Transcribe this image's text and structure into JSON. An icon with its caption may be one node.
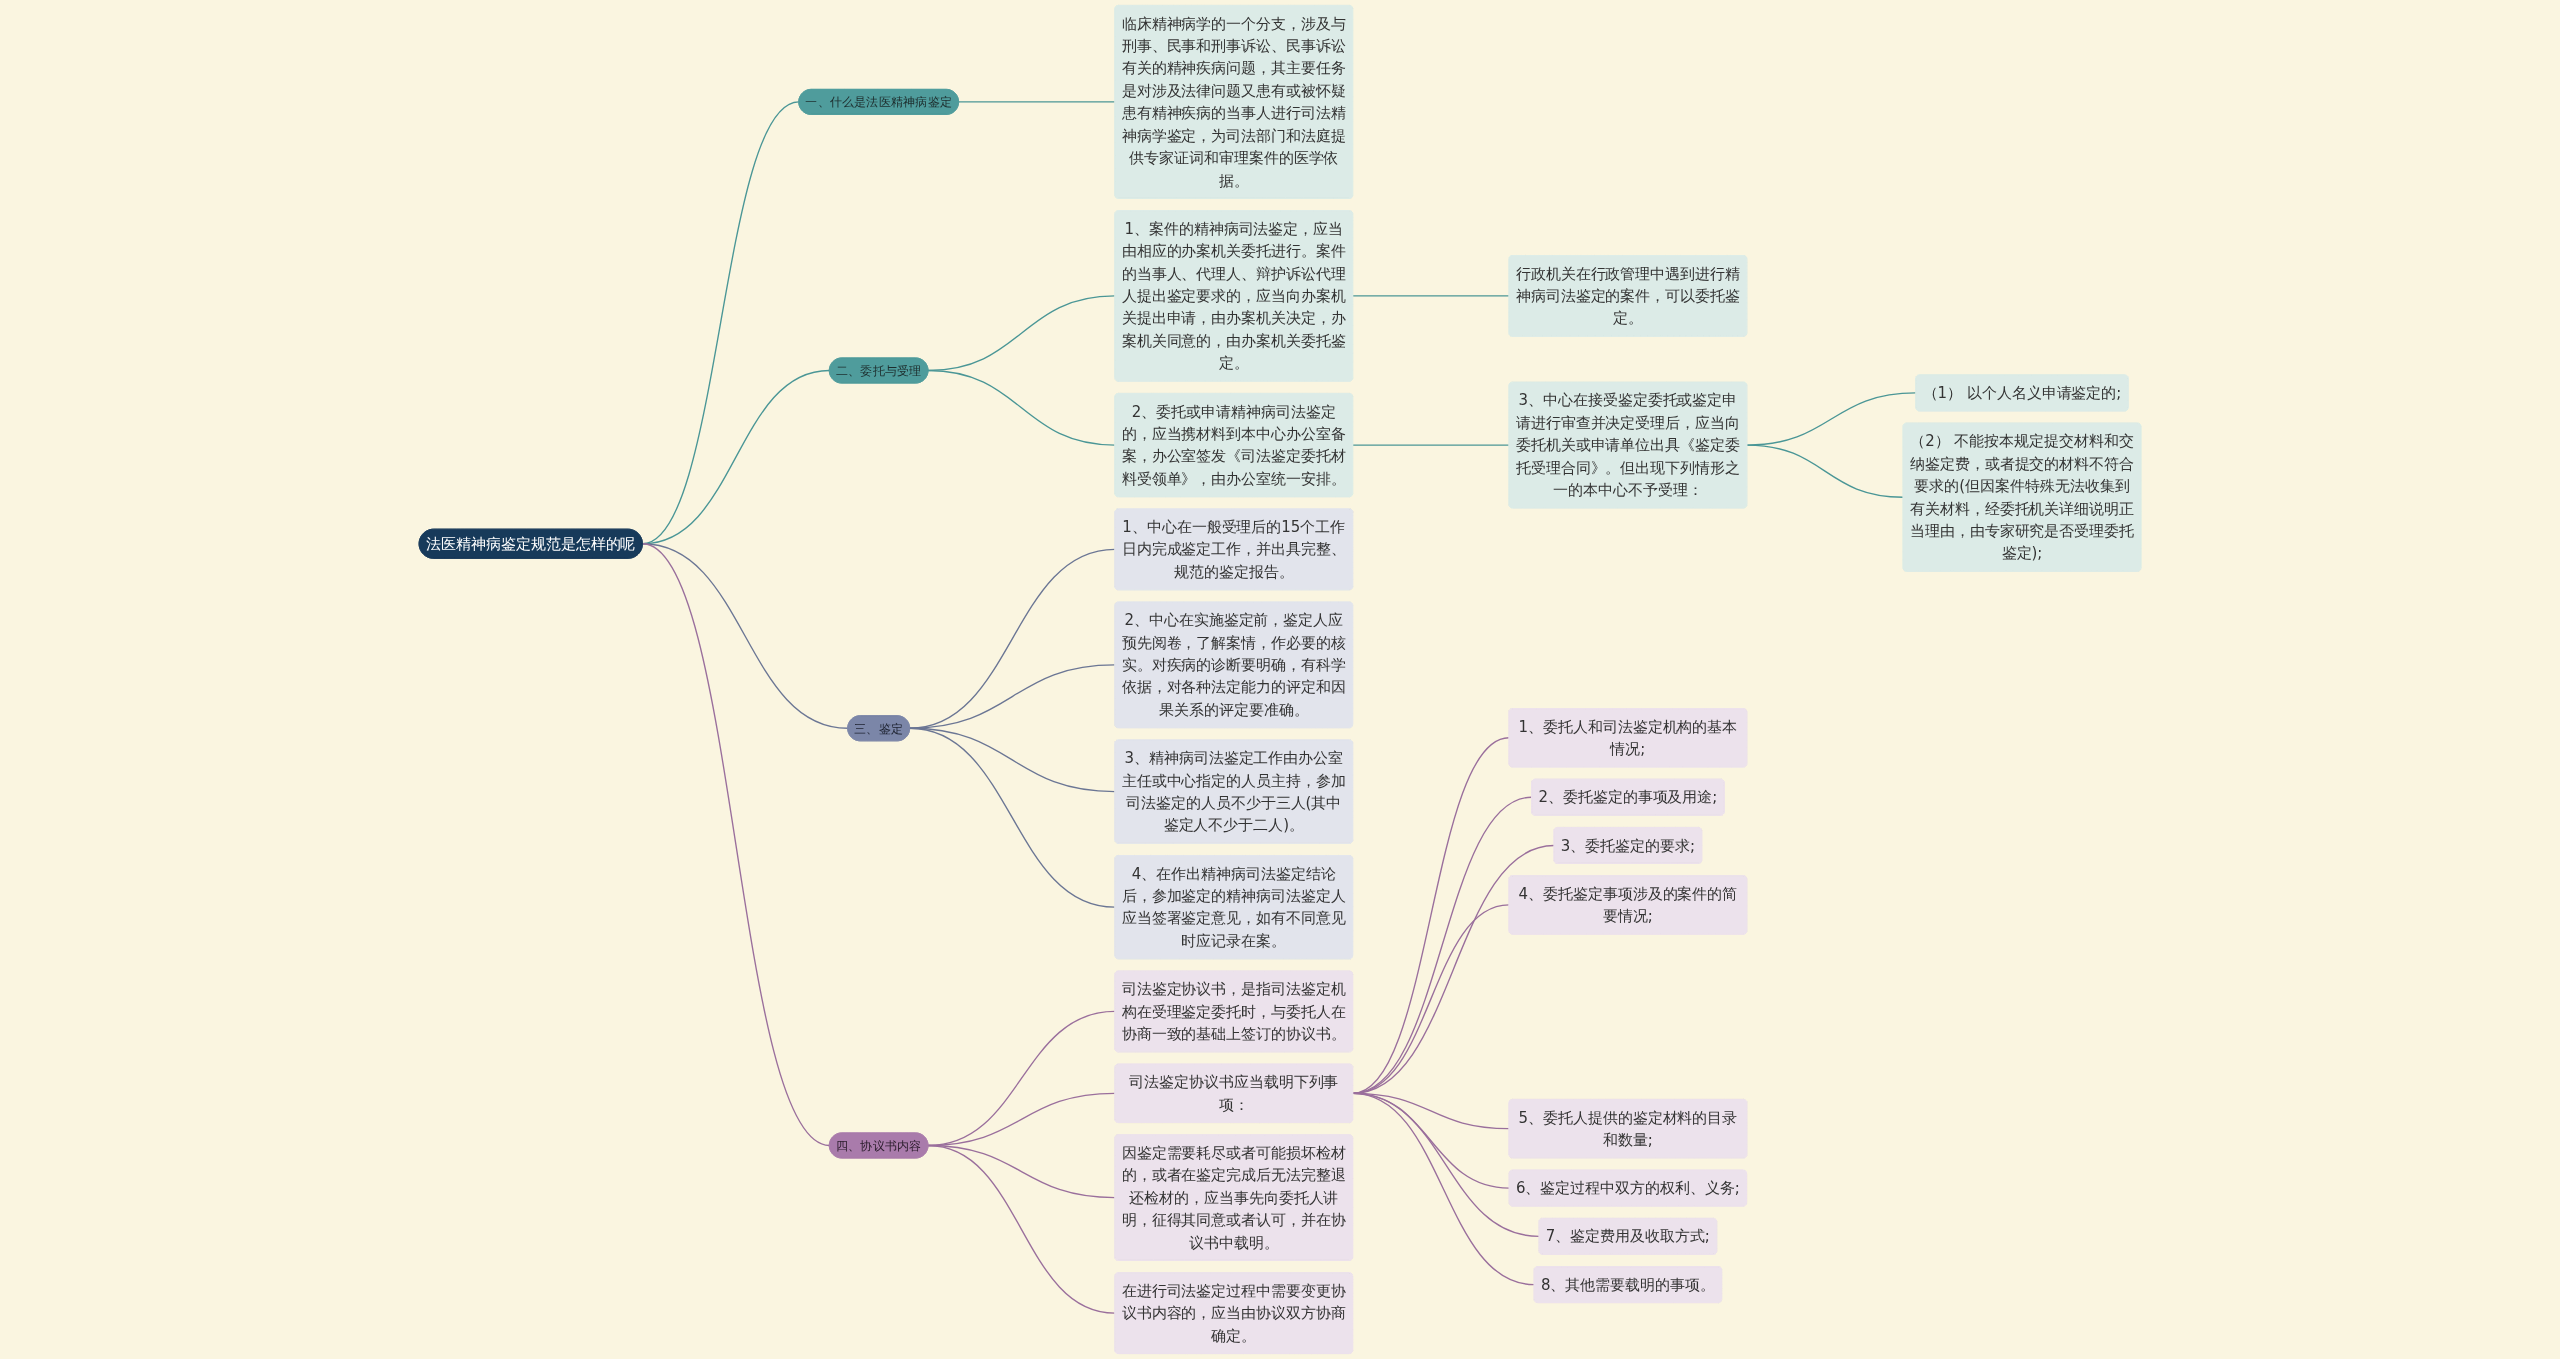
{
  "diagram": {
    "nodes": [
      {
        "text": [
          "法医精神病鉴定规范是怎样的呢"
        ]
      },
      {
        "text": [
          "一、什么是法医精神病鉴定"
        ]
      },
      {
        "text": [
          "临床精神病学的一个分支，涉及与刑事、民事和刑事诉讼、民事诉讼有关的精神疾病问题，其主要任务是对涉及法律问题又患有或被怀疑患有精神疾病的当事人进行司法精神病学鉴定，为司法部门和法庭提供专家证词和审理案件的医学依据。"
        ]
      },
      {
        "text": [
          "二、委托与受理"
        ]
      },
      {
        "text": [
          "1、案件的精神病司法鉴定，应当由相应的办案机关委托进行。案件的当事人、代理人、辩护诉讼代理人提出鉴定要求的，应当向办案机关提出申请，由办案机关决定，办案机关同意的，由办案机关委托鉴定。"
        ]
      },
      {
        "text": [
          "行政机关在行政管理中遇到进行精神病司法鉴定的案件，可以委托鉴定。"
        ]
      },
      {
        "text": [
          "2、委托或申请精神病司法鉴定的，应当携材料到本中心办公室备案，办公室签发《司法鉴定委托材料受领单》，由办公室统一安排。"
        ]
      },
      {
        "text": [
          "3、中心在接受鉴定委托或鉴定申请进行审查并决定受理后，应当向委托机关或申请单位出具《鉴定委托受理合同》。但出现下列情形之一的本中心不予受理："
        ]
      },
      {
        "text": [
          "（1） 以个人名义申请鉴定的;"
        ]
      },
      {
        "text": [
          "（2） 不能按本规定提交材料和交纳鉴定费，或者提交的材料不符合要求的(但因案件特殊无法收集到有关材料，经委托机关详细说明正当理由，由专家研究是否受理委托鉴定);"
        ]
      },
      {
        "text": [
          "三、鉴定"
        ]
      },
      {
        "text": [
          "1、中心在一般受理后的15个工作日内完成鉴定工作，并出具完整、规范的鉴定报告。"
        ]
      },
      {
        "text": [
          "2、中心在实施鉴定前，鉴定人应预先阅卷，了解案情，作必要的核实。对疾病的诊断要明确，有科学依据，对各种法定能力的评定和因果关系的评定要准确。"
        ]
      },
      {
        "text": [
          "3、精神病司法鉴定工作由办公室主任或中心指定的人员主持，参加司法鉴定的人员不少于三人(其中鉴定人不少于二人)。"
        ]
      },
      {
        "text": [
          "4、在作出精神病司法鉴定结论后，参加鉴定的精神病司法鉴定人应当签署鉴定意见，如有不同意见时应记录在案。"
        ]
      },
      {
        "text": [
          "四、协议书内容"
        ]
      },
      {
        "text": [
          "司法鉴定协议书，是指司法鉴定机构在受理鉴定委托时，与委托人在协商一致的基础上签订的协议书。"
        ]
      },
      {
        "text": [
          "司法鉴定协议书应当载明下列事项："
        ]
      },
      {
        "text": [
          "1、委托人和司法鉴定机构的基本情况;"
        ]
      },
      {
        "text": [
          "2、委托鉴定的事项及用途;"
        ]
      },
      {
        "text": [
          "3、委托鉴定的要求;"
        ]
      },
      {
        "text": [
          "4、委托鉴定事项涉及的案件的简要情况;"
        ]
      },
      {
        "text": [
          "5、委托人提供的鉴定材料的目录和数量;"
        ]
      },
      {
        "text": [
          "6、鉴定过程中双方的权利、义务;"
        ]
      },
      {
        "text": [
          "7、鉴定费用及收取方式;"
        ]
      },
      {
        "text": [
          "8、其他需要载明的事项。"
        ]
      },
      {
        "text": [
          "因鉴定需要耗尽或者可能损坏检材的，或者在鉴定完成后无法完整退还检材的，应当事先向委托人讲明，征得其同意或者认可，并在协议书中载明。"
        ]
      },
      {
        "text": [
          "在进行司法鉴定过程中需要变更协议书内容的，应当由协议双方协商确定。"
        ]
      }
    ],
    "edges": [
      {
        "from": 0,
        "to": 1,
        "arrow": "none",
        "color": "#4a9696"
      },
      {
        "from": 1,
        "to": 2,
        "arrow": "none",
        "color": "#4a9696"
      },
      {
        "from": 0,
        "to": 3,
        "arrow": "none",
        "color": "#4a9696"
      },
      {
        "from": 3,
        "to": 4,
        "arrow": "none",
        "color": "#4a9696"
      },
      {
        "from": 4,
        "to": 5,
        "arrow": "none",
        "color": "#4a9696"
      },
      {
        "from": 3,
        "to": 6,
        "arrow": "none",
        "color": "#4a9696"
      },
      {
        "from": 6,
        "to": 7,
        "arrow": "none",
        "color": "#4a9696"
      },
      {
        "from": 7,
        "to": 8,
        "arrow": "none",
        "color": "#4a9696"
      },
      {
        "from": 7,
        "to": 9,
        "arrow": "none",
        "color": "#4a9696"
      },
      {
        "from": 0,
        "to": 10,
        "arrow": "none",
        "color": "#6b7694"
      },
      {
        "from": 10,
        "to": 11,
        "arrow": "none",
        "color": "#6b7694"
      },
      {
        "from": 10,
        "to": 12,
        "arrow": "none",
        "color": "#6b7694"
      },
      {
        "from": 10,
        "to": 13,
        "arrow": "none",
        "color": "#6b7694"
      },
      {
        "from": 10,
        "to": 14,
        "arrow": "none",
        "color": "#6b7694"
      },
      {
        "from": 0,
        "to": 15,
        "arrow": "none",
        "color": "#9a6f9c"
      },
      {
        "from": 15,
        "to": 16,
        "arrow": "none",
        "color": "#9a6f9c"
      },
      {
        "from": 15,
        "to": 17,
        "arrow": "none",
        "color": "#9a6f9c"
      },
      {
        "from": 17,
        "to": 18,
        "arrow": "none",
        "color": "#9a6f9c"
      },
      {
        "from": 17,
        "to": 19,
        "arrow": "none",
        "color": "#9a6f9c"
      },
      {
        "from": 17,
        "to": 20,
        "arrow": "none",
        "color": "#9a6f9c"
      },
      {
        "from": 17,
        "to": 21,
        "arrow": "none",
        "color": "#9a6f9c"
      },
      {
        "from": 17,
        "to": 22,
        "arrow": "none",
        "color": "#9a6f9c"
      },
      {
        "from": 17,
        "to": 23,
        "arrow": "none",
        "color": "#9a6f9c"
      },
      {
        "from": 17,
        "to": 24,
        "arrow": "none",
        "color": "#9a6f9c"
      },
      {
        "from": 17,
        "to": 25,
        "arrow": "none",
        "color": "#9a6f9c"
      },
      {
        "from": 15,
        "to": 26,
        "arrow": "none",
        "color": "#9a6f9c"
      },
      {
        "from": 15,
        "to": 27,
        "arrow": "none",
        "color": "#9a6f9c"
      }
    ]
  }
}
